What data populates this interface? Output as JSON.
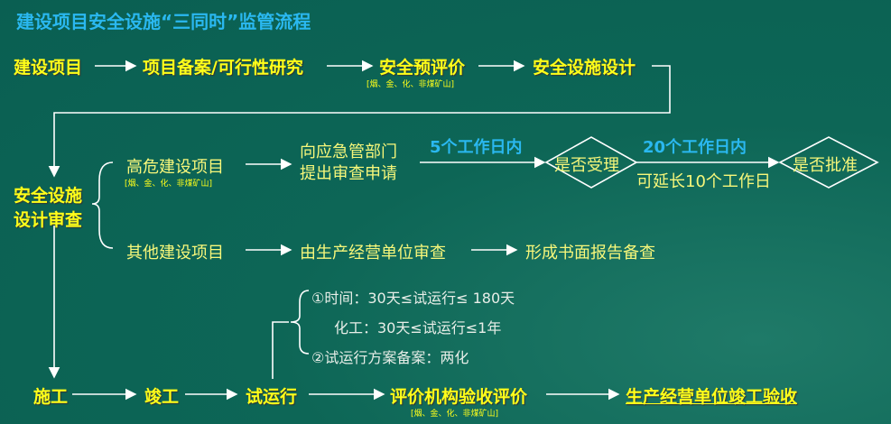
{
  "title": "建设项目安全设施“三同时”监管流程",
  "row1": {
    "n1": "建设项目",
    "n2": "项目备案/可行性研究",
    "n3": "安全预评价",
    "n3_note": "[烟、金、化、非煤矿山]",
    "n4": "安全设施设计"
  },
  "review": {
    "label_line1": "安全设施",
    "label_line2": "设计审查",
    "high": {
      "label": "高危建设项目",
      "note": "[烟、金、化、非煤矿山]",
      "submit_line1": "向应急管部门",
      "submit_line2": "提出审查申请",
      "days1": "5个工作日内",
      "decision1": "是否受理",
      "days2": "20个工作日内",
      "extend": "可延长10个工作日",
      "decision2": "是否批准"
    },
    "other": {
      "label": "其他建设项目",
      "step1": "由生产经营单位审查",
      "step2": "形成书面报告备查"
    }
  },
  "trial": {
    "line1": "①时间：30天≤试运行≤ 180天",
    "line2": "化工：30天≤试运行≤1年",
    "line3": "②试运行方案备案：两化"
  },
  "row3": {
    "n1": "施工",
    "n2": "竣工",
    "n3": "试运行",
    "n4": "评价机构验收评价",
    "n4_note": "[烟、金、化、非煤矿山]",
    "n5": "生产经营单位竣工验收"
  },
  "colors": {
    "background": "#0d6656",
    "title": "#2ab8f0",
    "highlight": "#ffff1a"
  }
}
